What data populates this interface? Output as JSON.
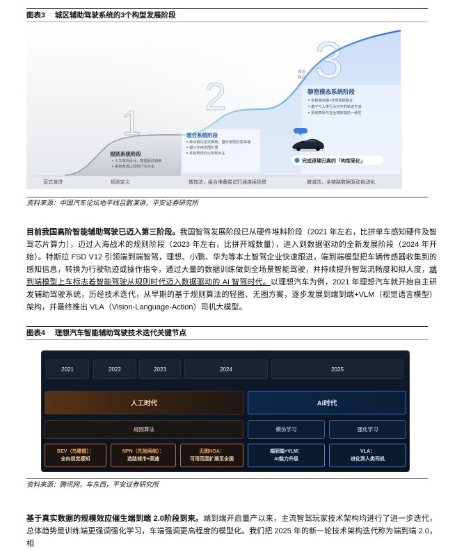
{
  "theme": {
    "accent_blue": "#2f6fd6",
    "era_orange": "#c8702e",
    "panel_bg": "#0c1422"
  },
  "figure3": {
    "label": "图表3",
    "title": "城区辅助驾驶系统的3个构型发展阶段",
    "numbers": [
      "1",
      "2",
      "3"
    ],
    "stages": [
      {
        "title": "规则系统阶段",
        "bullets": [
          "人工规则设计，数据驱动调参",
          "系统表现以规则行为为主"
        ]
      },
      {
        "title": "混合系统阶段",
        "bullets": [
          "单点模块范式推断，整体规则仍需串通",
          "部分作用范围扩展",
          "系统表现仍以规则为主"
        ]
      },
      {
        "title": "聊密模态系统阶段",
        "bullets": [
          "全新端到端+外部端端融合",
          "基于与人类行为对齐的轨迹生成",
          "系统表现与完全端到端的一致性"
        ]
      }
    ],
    "inflection_lines": [
      "体验",
      "拐点"
    ],
    "callout": "完成道理归真的「构型简化」",
    "axis_labels": [
      "范式演进",
      "规则定义",
      "做加法，组合堆叠尝试打通连续场景",
      "做减法，全链路数据驱动自动化"
    ],
    "source": "资料来源：中国汽车论坛地平线吕鹏演讲，平安证券研究所"
  },
  "paragraph1": {
    "lead": "目前我国高阶智能辅助驾驶已迈入第三阶段。",
    "body1": "我国智驾发展阶段已从硬件堆料阶段（2021 年左右，比拼单车感知硬件及智驾芯片算力），迈过人海战术的规则阶段（2023 年左右，比拼开城数量），进入到数据驱动的全新发展阶段（2024 年开始）。特斯拉 FSD V12 引领端到端智驾，理想、小鹏、华为等本土智驾企业快速跟进，端到端模型把车辆传感器收集到的感知信息，转换为行驶轨迹或操作指令，通过大量的数据训练做到全场景智能驾驶，并持续提升智驾流畅度和拟人度，",
    "underlined": "端到端模型上车标志着智能驾驶从规则时代迈入数据驱动的 AI 智驾时代。",
    "body2": "以理想汽车为例，2021 年理想汽车就开始自主研发辅助驾驶系统，历经技术迭代，从早期的基于规则算法的轻图、无图方案，逐步发展到端到端+VLM（视觉语言模型）架构，并最终推出 VLA（Vision-Language-Action）司机大模型。"
  },
  "figure4": {
    "label": "图表4",
    "title": "理想汽车智能辅助驾驶技术迭代关键节点",
    "years": [
      "2021",
      "2022",
      "2023",
      "2024",
      "2025"
    ],
    "eras": {
      "manual": "人工时代",
      "ai": "AI时代"
    },
    "methods": {
      "rules": "规则算法",
      "imitation": "模仿学习",
      "reinforcement": "强化学习"
    },
    "milestones": [
      {
        "line1": "BEV（鸟瞰图）：",
        "line2": "全向视觉感知"
      },
      {
        "line1": "NPN（先验网络）：",
        "line2": "选路城市+高速"
      },
      {
        "line1": "无图NOA：",
        "line2": "可用范围扩展至全国"
      },
      {
        "line1": "端到端+VLM：",
        "line2": "AI能力升级"
      },
      {
        "line1": "VLA：",
        "line2": "进化到人类司机"
      }
    ],
    "source": "资料来源：腾讯网，车东西，平安证券研究所"
  },
  "paragraph2": {
    "lead": "基于真实数据的规模效应催生端到端 2.0阶段到来。",
    "body": "端到端开启量产以来，主流智驾玩家技术架构均进行了进一步迭代，总体趋势是训练端更强调强化学习，车端强调更高程度的模型化。我们把 2025 年的新一轮技术架构迭代称为端到端 2.0，相"
  }
}
